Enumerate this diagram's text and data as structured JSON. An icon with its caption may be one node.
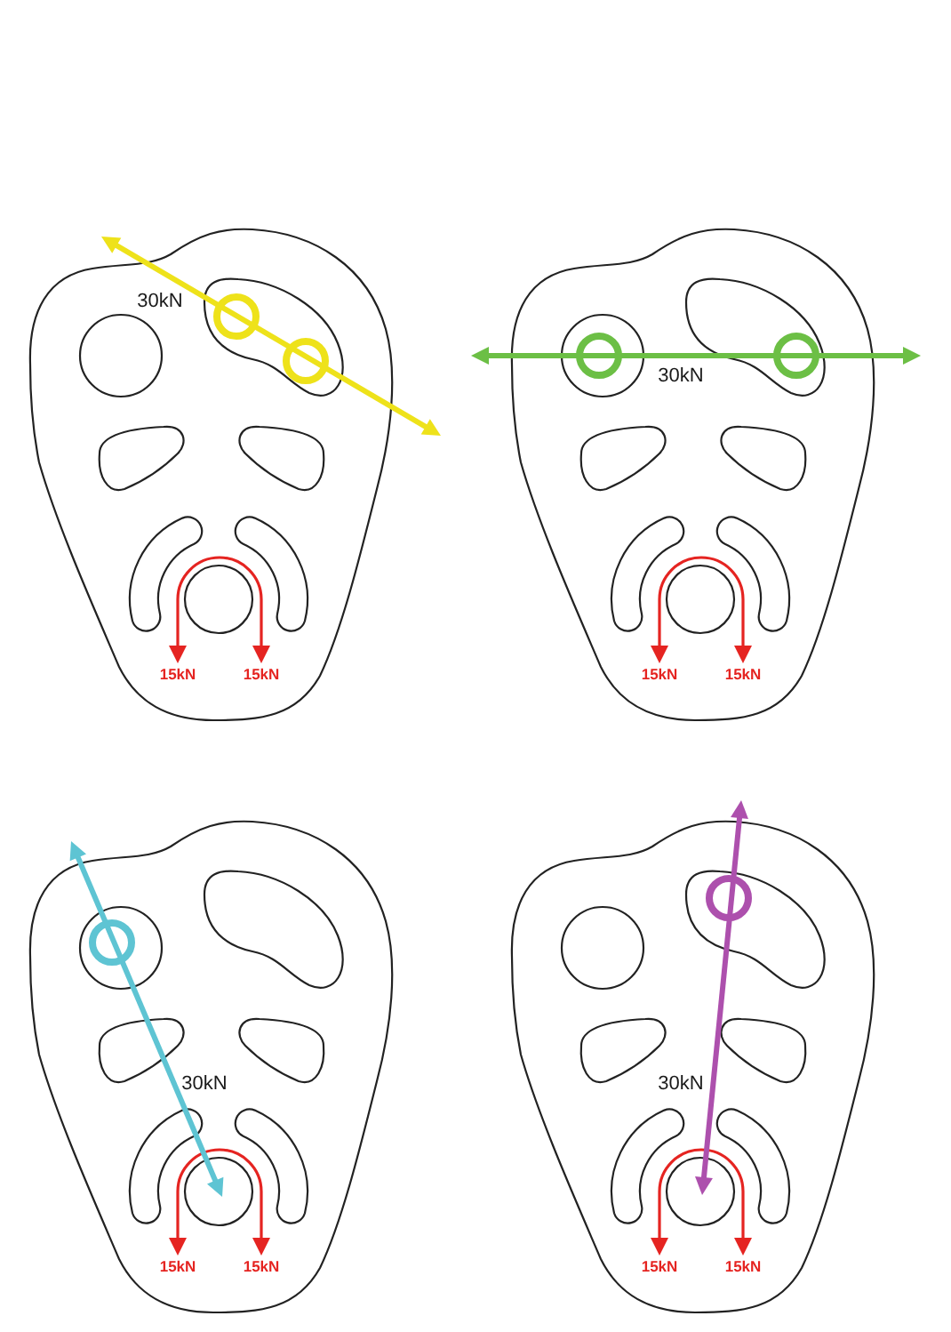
{
  "diagram": {
    "nodes": [
      {
        "text": [
          "30kN",
          "15kN",
          "15kN"
        ]
      },
      {
        "text": [
          "30kN",
          "15kN",
          "15kN"
        ]
      },
      {
        "text": [
          "30kN",
          "15kN",
          "15kN"
        ]
      },
      {
        "text": [
          "30kN",
          "15kN",
          "15kN"
        ]
      }
    ]
  }
}
